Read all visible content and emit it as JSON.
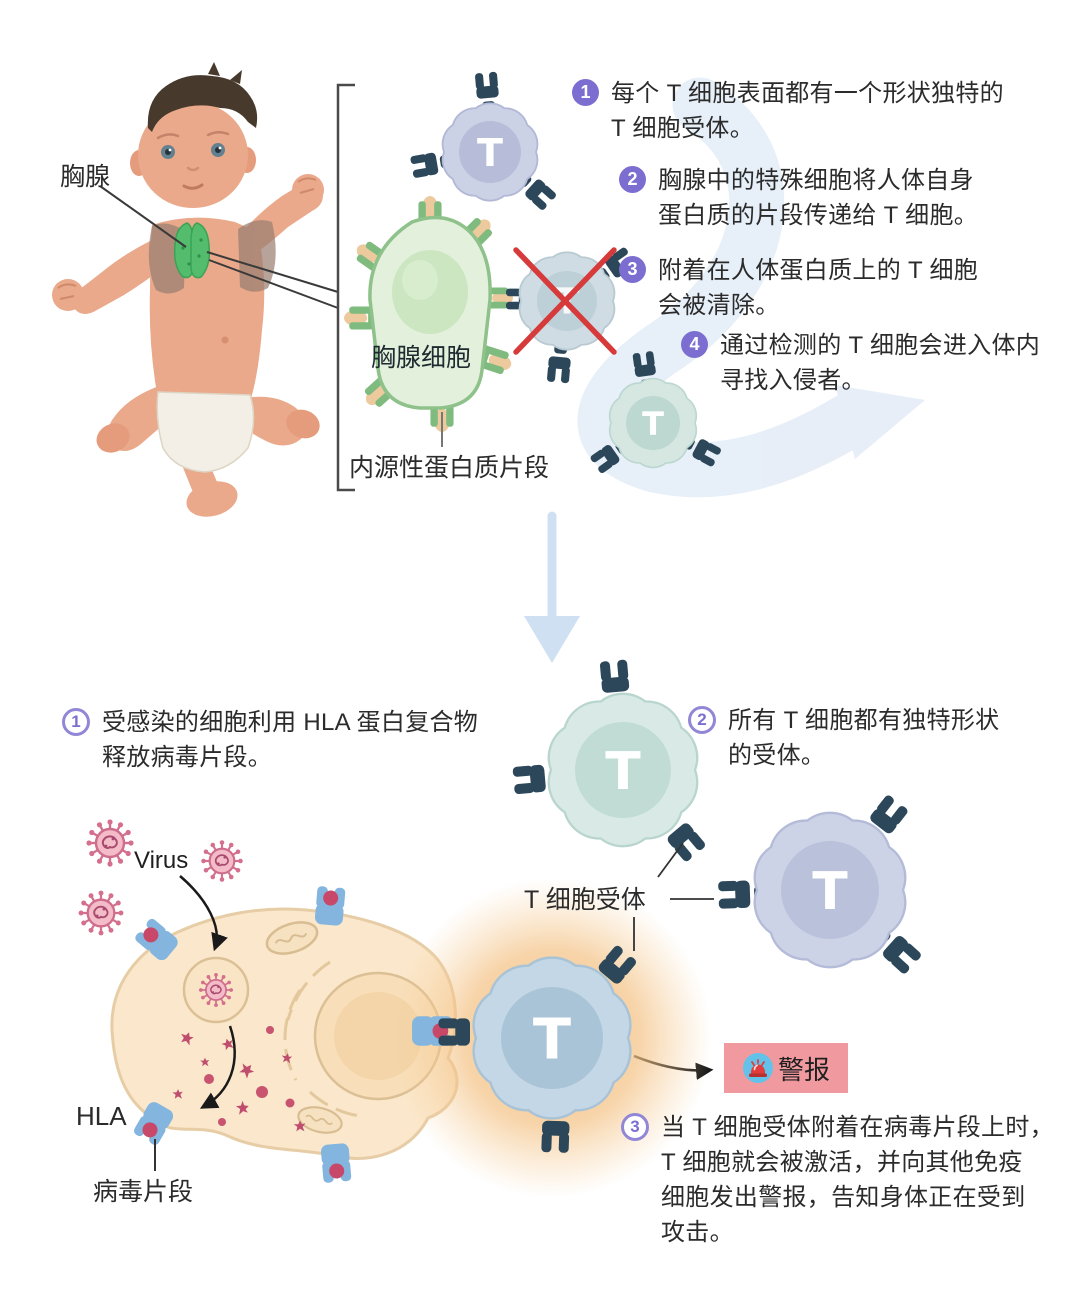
{
  "colors": {
    "accent_purple": "#7b6ed0",
    "receptor_navy": "#2b4759",
    "alarm_pink": "#f09aa0",
    "glow_orange": "#f4bd7e",
    "thymus_green": "#53bd6d",
    "thymus_cell_green": "#e2f0dc",
    "hla_blue": "#83b5de",
    "virus_pink": "#d4708e",
    "fragment_red": "#c8486a",
    "cross_red": "#d63a3a",
    "flow_arrow_blue": "#cfe0f3"
  },
  "t_letter": "T",
  "top_section": {
    "thymus_label": "胸腺",
    "thymus_cell_label": "胸腺细胞",
    "endogenous_fragment_label": "内源性蛋白质片段",
    "steps": [
      {
        "num": "1",
        "text": "每个 T 细胞表面都有一个形状独特的\nT 细胞受体。"
      },
      {
        "num": "2",
        "text": "胸腺中的特殊细胞将人体自身\n蛋白质的片段传递给 T 细胞。"
      },
      {
        "num": "3",
        "text": "附着在人体蛋白质上的 T 细胞\n会被清除。"
      },
      {
        "num": "4",
        "text": "通过检测的 T 细胞会进入体内\n寻找入侵者。"
      }
    ]
  },
  "bottom_section": {
    "steps": [
      {
        "num": "1",
        "text": "受感染的细胞利用 HLA 蛋白复合物\n释放病毒片段。"
      },
      {
        "num": "2",
        "text": "所有 T 细胞都有独特形状\n的受体。"
      },
      {
        "num": "3",
        "text": "当 T 细胞受体附着在病毒片段上时，\nT 细胞就会被激活，并向其他免疫\n细胞发出警报，告知身体正在受到\n攻击。"
      }
    ],
    "virus_label": "Virus",
    "hla_label": "HLA",
    "virus_fragment_label": "病毒片段",
    "t_cell_receptor_label": "T 细胞受体",
    "alarm_label": "警报"
  },
  "icons": {
    "alarm": "siren-icon"
  }
}
